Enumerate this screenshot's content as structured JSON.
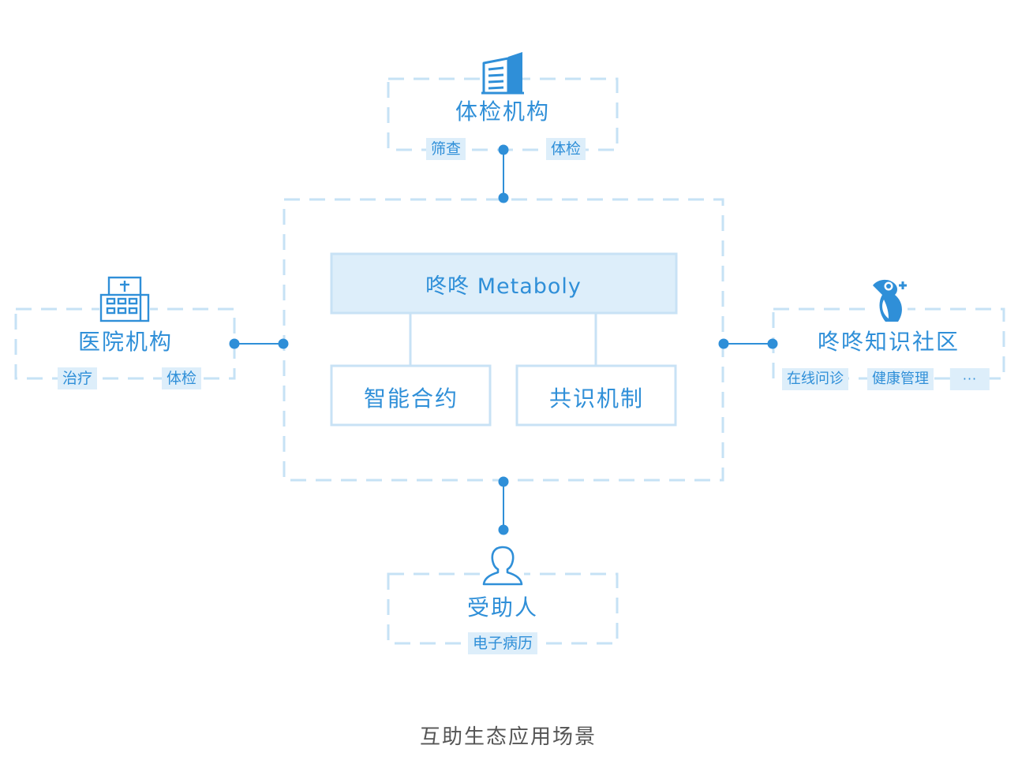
{
  "nodes": {
    "exam_institution": {
      "title": "体检机构",
      "tags": [
        "筛查",
        "体检"
      ]
    },
    "hospital": {
      "title": "医院机构",
      "tags": [
        "治疗",
        "体检"
      ]
    },
    "community": {
      "title": "咚咚知识社区",
      "tags": [
        "在线问诊",
        "健康管理",
        "···"
      ]
    },
    "recipient": {
      "title": "受助人",
      "tags": [
        "电子病历"
      ]
    }
  },
  "core": {
    "title": "咚咚 Metaboly",
    "modules": [
      "智能合约",
      "共识机制"
    ]
  },
  "caption": "互助生态应用场景",
  "colors": {
    "accent": "#2f8fd8",
    "dash": "#c6e2f5",
    "fill": "#ddeefa",
    "box_border": "#c8e2f5"
  },
  "icons": {
    "exam_institution": "office-building-icon",
    "hospital": "hospital-icon",
    "community": "woodpecker-logo-icon",
    "recipient": "person-icon"
  }
}
